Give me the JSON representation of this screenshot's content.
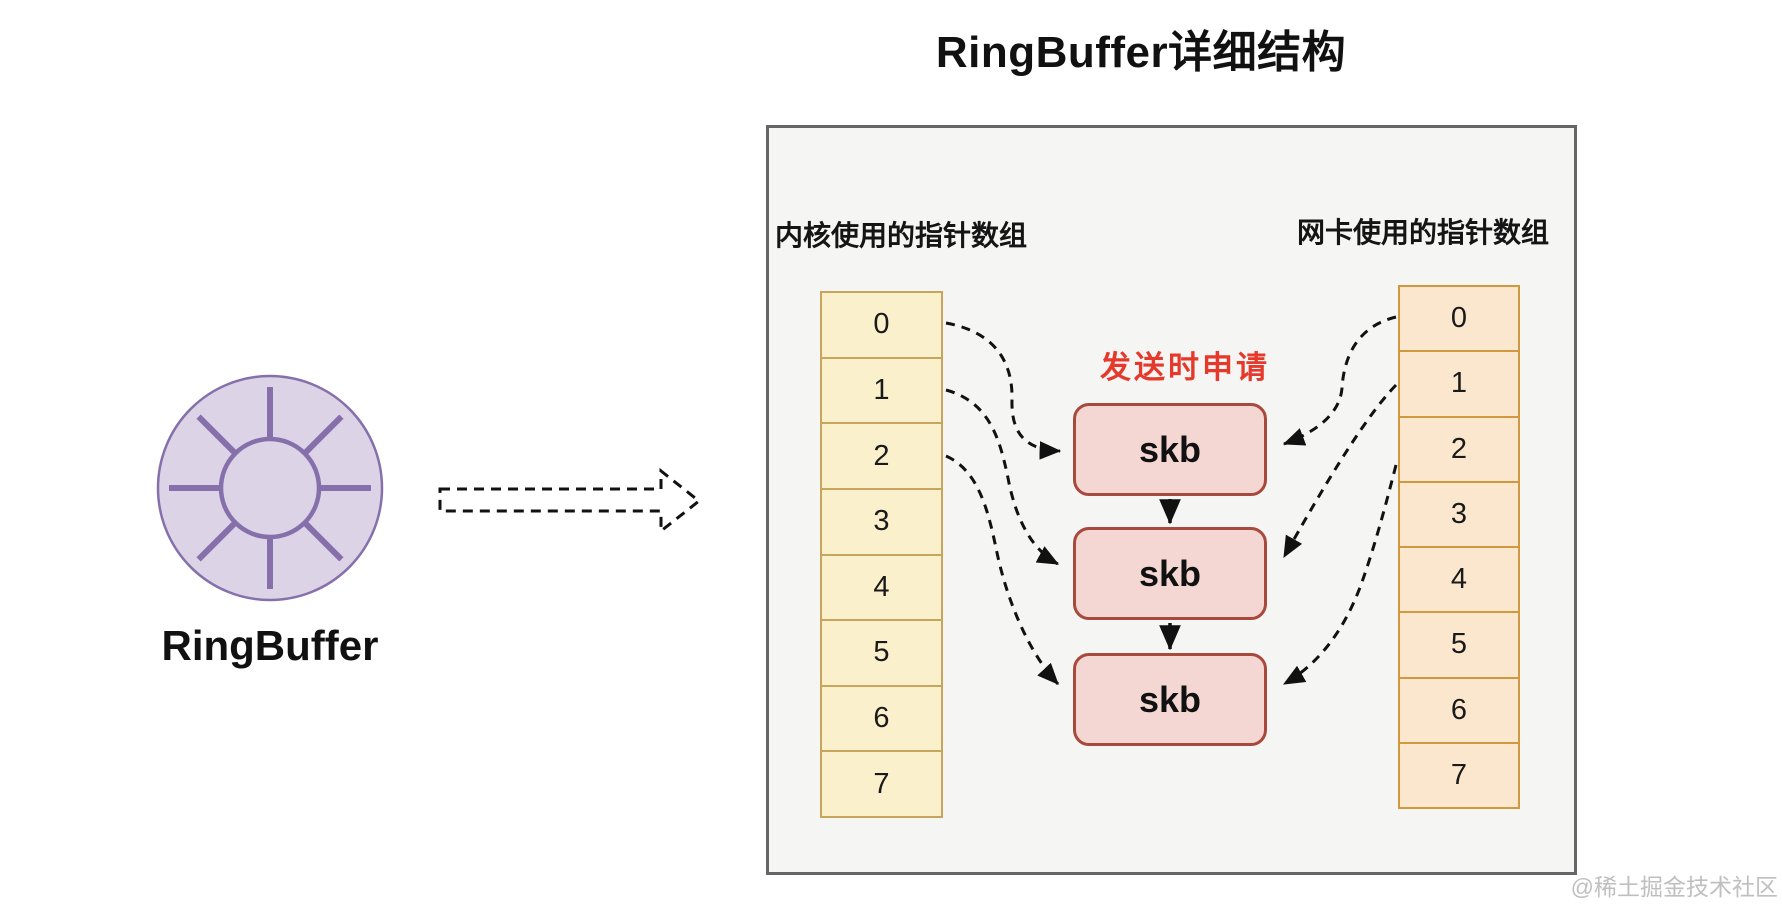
{
  "title": "RingBuffer详细结构",
  "ring_figure": {
    "label": "RingBuffer"
  },
  "panel": {
    "kernel_array": {
      "label": "内核使用的指针数组",
      "cells": [
        "0",
        "1",
        "2",
        "3",
        "4",
        "5",
        "6",
        "7"
      ]
    },
    "nic_array": {
      "label": "网卡使用的指针数组",
      "cells": [
        "0",
        "1",
        "2",
        "3",
        "4",
        "5",
        "6",
        "7"
      ]
    },
    "send_annotation": "发送时申请",
    "skb_nodes": [
      "skb",
      "skb",
      "skb"
    ]
  },
  "watermark": "@稀土掘金技术社区",
  "colors": {
    "kernel_cell_fill": "#faf0cb",
    "kernel_cell_border": "#c8a55c",
    "nic_cell_fill": "#fbe7ce",
    "nic_cell_border": "#d0993f",
    "skb_fill": "#f4d6d3",
    "skb_border": "#a8493e",
    "ring_fill": "#ddd3e7",
    "ring_stroke": "#8670ab",
    "panel_fill": "#f5f5f4",
    "panel_border": "#666666",
    "annotation_red": "#e5392c",
    "watermark_gray": "#bfbfbf",
    "arrow_black": "#111111"
  }
}
